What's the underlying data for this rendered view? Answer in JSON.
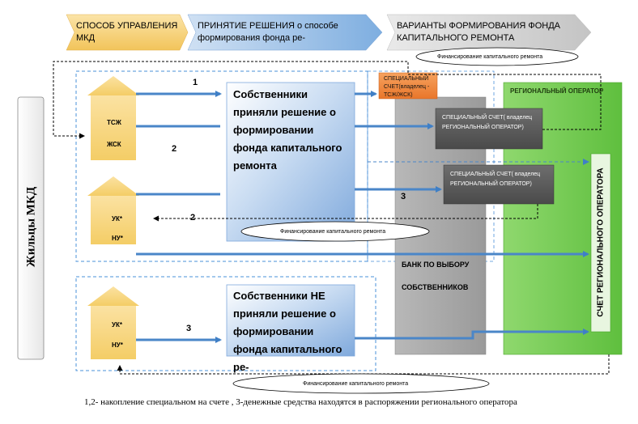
{
  "header": {
    "step1": "СПОСОБ УПРАВЛЕНИЯ МКД",
    "step2": "ПРИНЯТИЕ РЕШЕНИЯ о способе формирования фонда ре-",
    "step3": "ВАРИАНТЫ ФОРМИРОВАНИЯ ФОНДА КАПИТАЛЬНОГО РЕМОНТА"
  },
  "side_label": "Жильцы МКД",
  "houses": {
    "top": {
      "line1": "ТСЖ",
      "line2": "ЖСК"
    },
    "middle": {
      "line1": "УК*",
      "line2": "НУ*"
    },
    "bottom": {
      "line1": "УК*",
      "line2": "НУ*"
    }
  },
  "decisions": {
    "accepted": "Собственники приняли решение о формировании фонда капитального ремонта",
    "not_accepted": "Собственники НЕ приняли решение о формировании фонда капитального ре-"
  },
  "accounts": {
    "special_tsj": "СПЕЦИАЛЬНЫЙ СЧЕТ(владелец - ТСЖ/ЖСК)",
    "special_regop_1": "СПЕЦИАЛЬНЫЙ СЧЕТ( владелец РЕГИОНАЛЬНЫЙ ОПЕРАТОР)",
    "special_regop_2": "СПЕЦИАЛЬНЫЙ СЧЕТ( владелец РЕГИОНАЛЬНЫЙ ОПЕРАТОР)"
  },
  "bank": {
    "line1": "БАНК ПО ВЫБОРУ",
    "line2": "СОБСТВЕННИКОВ"
  },
  "regional_operator": {
    "title": "РЕГИОНАЛЬНЫЙ ОПЕРАТОР",
    "account": "СЧЕТ РЕГИОНАЛЬНОГО ОПЕРАТОРА"
  },
  "financing": {
    "top": "Финансирование капитального ремонта",
    "middle": "Финансирование капитального ремонта",
    "bottom": "Финансирование капитального ремонта"
  },
  "arrow_numbers": {
    "a1": "1",
    "a2": "2",
    "a3": "3",
    "a2b": "2",
    "a3b": "3"
  },
  "footer": "1,2- накопление специальном на счете , 3-денежные средства находятся в распоряжении регионального оператора",
  "colors": {
    "step1_fill": "#f5d27a",
    "step2_fill": "#9dc3e6",
    "step3_fill": "#d9d9d9",
    "decision_fill": "#a9c8ec",
    "bank_fill": "#a6a6a6",
    "regop_fill": "#7ccf5c",
    "house_fill": "#f7d67c",
    "arrow_blue": "#4a86c8",
    "special_tsj_fill": "#f08a3c",
    "special_dark_fill": "#5a5a5a"
  }
}
